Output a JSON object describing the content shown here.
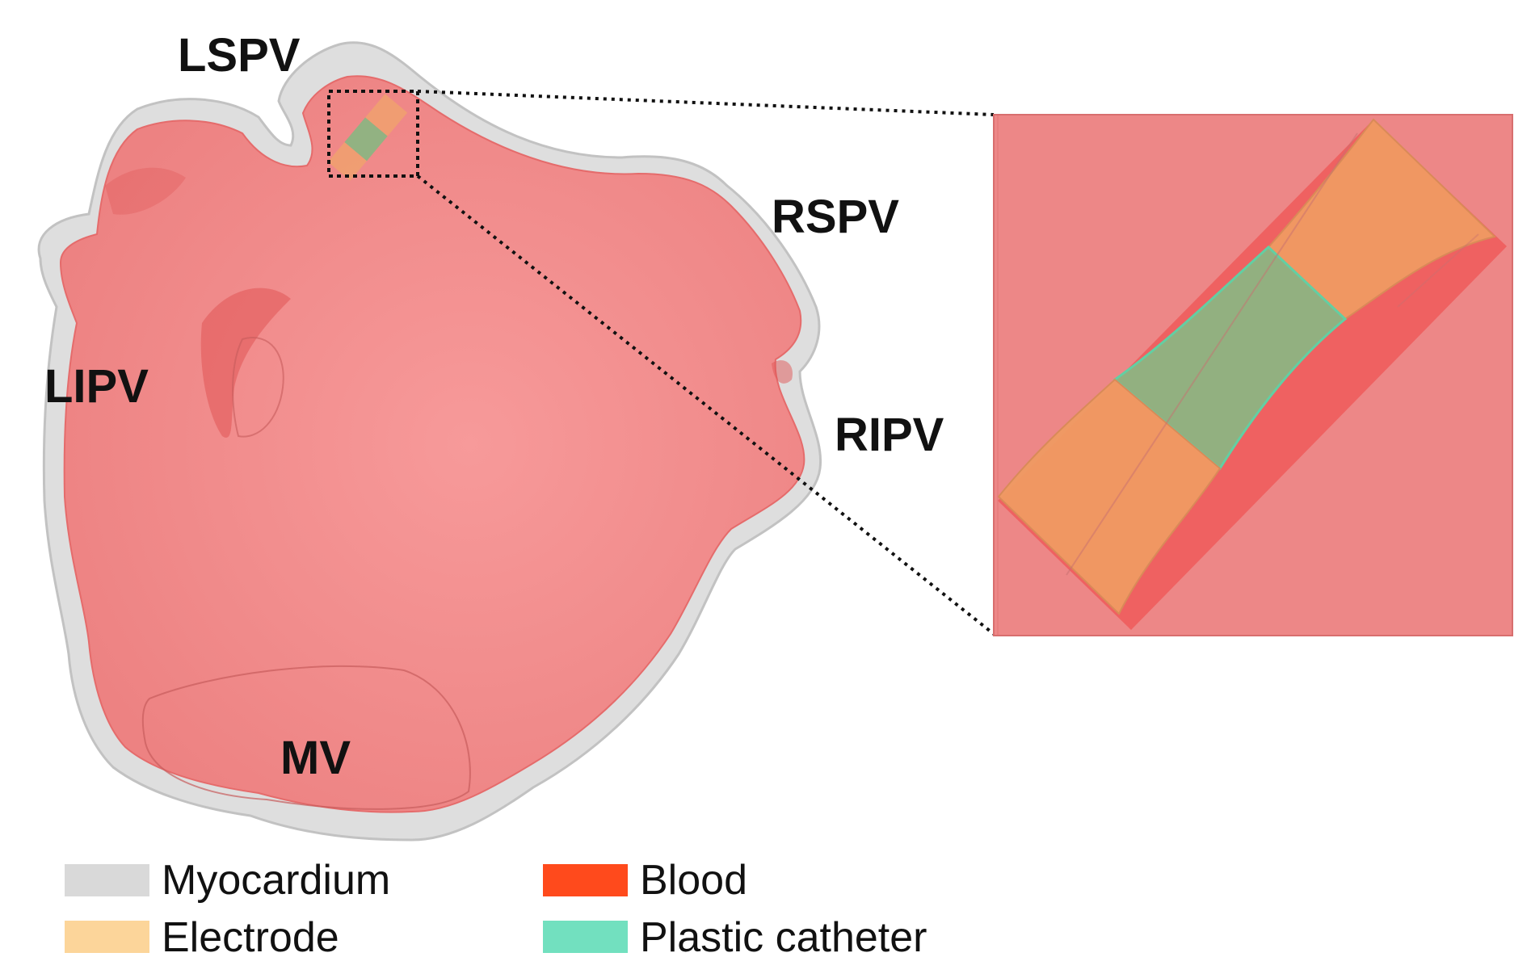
{
  "anatomy_labels": {
    "lspv": "LSPV",
    "rspv": "RSPV",
    "lipv": "LIPV",
    "ripv": "RIPV",
    "mv": "MV"
  },
  "legend": {
    "items": [
      {
        "label": "Myocardium",
        "color": "#d9d9d9"
      },
      {
        "label": "Electrode",
        "color": "#fcd59a"
      },
      {
        "label": "Blood",
        "color": "#ff4a1c"
      },
      {
        "label": "Plastic catheter",
        "color": "#72e0bf"
      }
    ]
  },
  "colors": {
    "blood_surface": "#f58585",
    "myocardium_shell": "#d6d6d6",
    "zoom_background": "#ec8484",
    "electrode_in_blood": "#ef9668",
    "catheter_in_blood": "#8cb482"
  }
}
